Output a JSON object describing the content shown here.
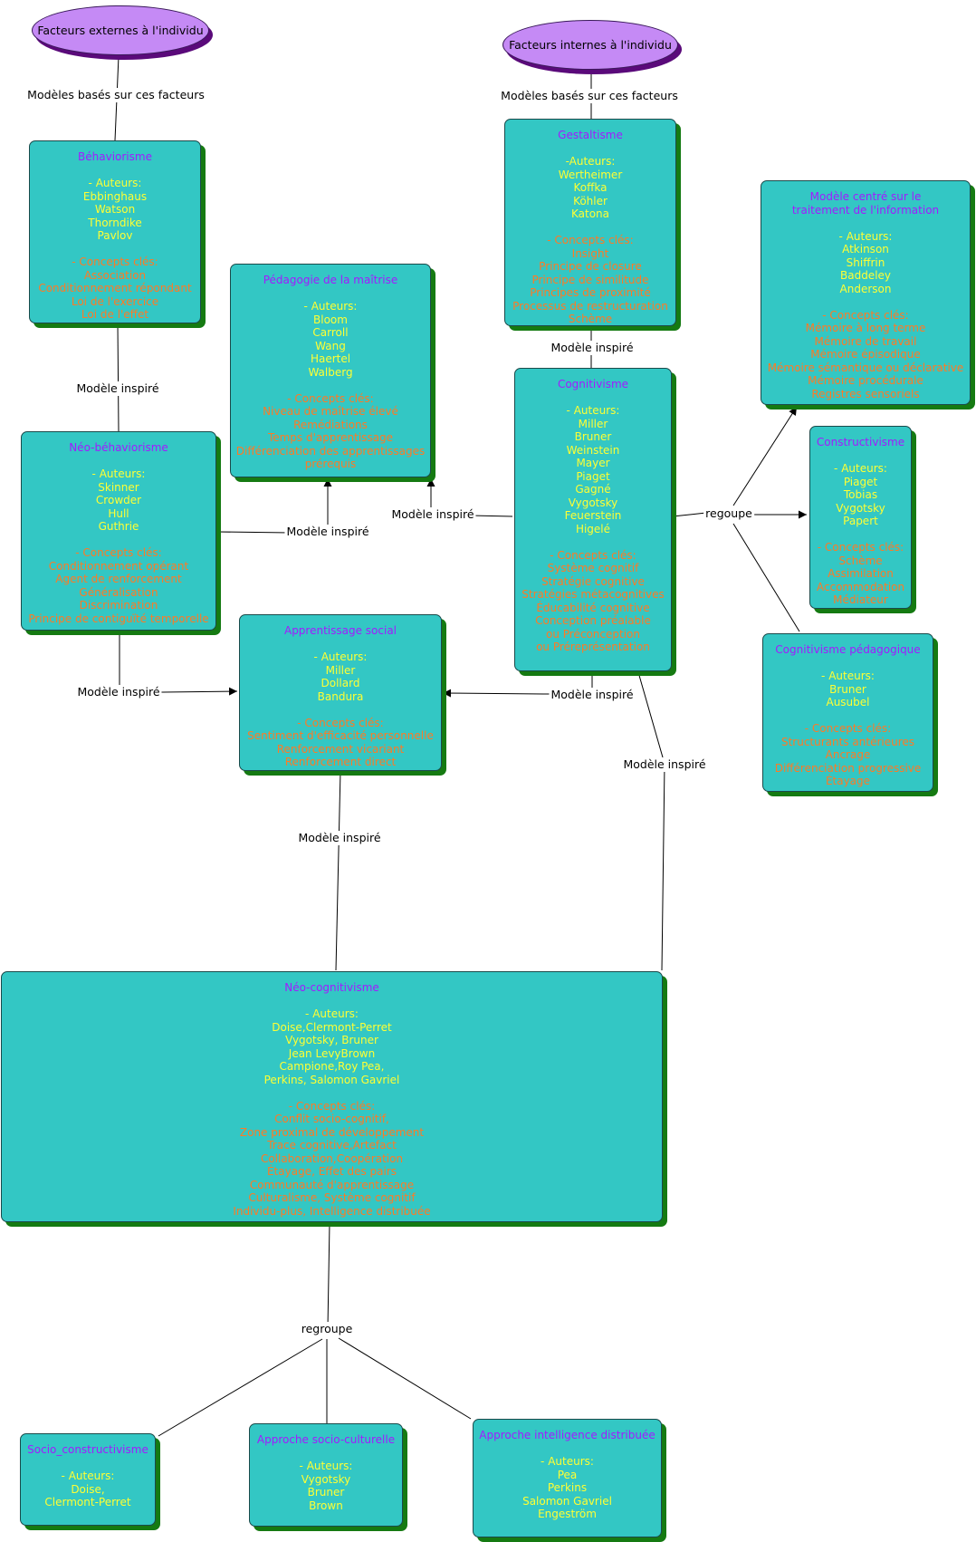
{
  "root_nodes": {
    "external": {
      "label": "Facteurs externes à l'individu"
    },
    "internal": {
      "label": "Facteurs internes à l'individu"
    }
  },
  "theories": {
    "behaviorisme": {
      "title": "Béhaviorisme",
      "authors": [
        "- Auteurs:",
        "Ebbinghaus",
        "Watson",
        "Thorndike",
        "Pavlov"
      ],
      "concepts": [
        "- Concepts clés:",
        "Association",
        "Conditionnement répondant",
        "Loi de l'exercice",
        "Loi de l'effet"
      ]
    },
    "neo_behaviorisme": {
      "title": "Néo-béhaviorisme",
      "authors": [
        "- Auteurs:",
        "Skinner",
        "Crowder",
        "Hull",
        "Guthrie"
      ],
      "concepts": [
        "- Concepts clés:",
        "Conditionnement opérant",
        "Agent de renforcement",
        "Généralisation",
        "Discrimination",
        "Principe de contiguïté temporelle"
      ]
    },
    "pedagogie_maitrise": {
      "title": "Pédagogie de la maîtrise",
      "authors": [
        "- Auteurs:",
        "Bloom",
        "Carroll",
        "Wang",
        "Haertel",
        "Walberg"
      ],
      "concepts": [
        "- Concepts clés:",
        "Niveau de maîtrise  élevé",
        "Remédiations",
        "Temps d'apprentissage",
        "Différenciation des apprentissages",
        "prérequis"
      ]
    },
    "gestaltisme": {
      "title": "Gestaltisme",
      "authors": [
        "-Auteurs:",
        "Wertheimer",
        "Koffka",
        "Köhler",
        "Katona"
      ],
      "concepts": [
        "- Concepts clés:",
        "Insight",
        "Principe de closure",
        "Principe de similitude",
        "Principes de proximité",
        "Processus de restructuration",
        "Schème"
      ]
    },
    "traitement_information": {
      "title": "Modèle centré sur le\ntraitement de l'information",
      "authors": [
        "- Auteurs:",
        "Atkinson",
        "Shiffrin",
        "Baddeley",
        "Anderson"
      ],
      "concepts": [
        "- Concepts clés:",
        "Mémoire à long terme",
        "Mémoire de travail",
        "Mémoire épisodique",
        "Mémoire sémantique ou déclarative",
        "Mémoire procédurale",
        "Registres sensoriels"
      ]
    },
    "cognitivisme": {
      "title": "Cognitivisme",
      "authors": [
        "- Auteurs:",
        "Miller",
        "Bruner",
        "Weinstein",
        "Mayer",
        "Piaget",
        "Gagné",
        "Vygotsky",
        "Feuerstein",
        "Higelé"
      ],
      "concepts": [
        "- Concepts clés:",
        "Système cognitif",
        "Stratégie cognitive",
        "Stratégies métacognitives",
        "Éducabilité cognitive",
        "Conception préalable",
        "ou Préconception",
        "ou Préreprésentation"
      ]
    },
    "constructivisme": {
      "title": "Constructivisme",
      "authors": [
        "- Auteurs:",
        "Piaget",
        "Tobias",
        "Vygotsky",
        "Papert"
      ],
      "concepts": [
        "- Concepts clés:",
        "Schème",
        "Assimilation",
        "Accommodation",
        "Médiateur"
      ]
    },
    "apprentissage_social": {
      "title": "Apprentissage social",
      "authors": [
        "- Auteurs:",
        "Miller",
        "Dollard",
        "Bandura"
      ],
      "concepts": [
        "- Concepts clés:",
        "Sentiment d'efficacité personnelle",
        "Renforcement vicariant",
        "Renforcement direct"
      ]
    },
    "cognitivisme_pedagogique": {
      "title": "Cognitivisme pédagogique",
      "authors": [
        "- Auteurs:",
        "Bruner",
        "Ausubel"
      ],
      "concepts": [
        "- Concepts clés:",
        "Structurants antérieures",
        "Ancrage",
        "Différenciation progressive",
        "Étayage"
      ]
    },
    "neo_cognitivisme": {
      "title": "Néo-cognitivisme",
      "authors": [
        "- Auteurs:",
        "Doise,Clermont-Perret",
        "Vygotsky, Bruner",
        "Jean LevyBrown",
        "Campione,Roy Pea,",
        "Perkins, Salomon Gavriel"
      ],
      "concepts": [
        "- Concepts clés:",
        "Conflit socio-cognitif,",
        "Zone proximal de développement",
        "Trace cognitive,Artefact",
        "Collaboration,Coopération",
        "Étayage, Effet des pairs",
        "Communauté d'apprentissage",
        "Culturalisme, Système cognitif",
        "Individu-plus, Intelligence distribuée"
      ]
    },
    "socio_constructivisme": {
      "title": "Socio_constructivisme",
      "authors": [
        "- Auteurs:",
        "Doise,",
        "Clermont-Perret"
      ],
      "concepts": []
    },
    "socio_culturelle": {
      "title": "Approche socio-culturelle",
      "authors": [
        "- Auteurs:",
        "Vygotsky",
        "Bruner",
        "Brown"
      ],
      "concepts": []
    },
    "intelligence_distribuee": {
      "title": "Approche intelligence distribuée",
      "authors": [
        "- Auteurs:",
        "Pea",
        "Perkins",
        "Salomon Gavriel",
        "Engeström"
      ],
      "concepts": []
    }
  },
  "edge_labels": {
    "models_external": "Modèles basés sur ces facteurs",
    "models_internal": "Modèles basés sur ces facteurs",
    "inspired_behav_neo": "Modèle inspiré",
    "inspired_to_pedagogie_left": "Modèle inspiré",
    "inspired_to_pedagogie_right": "Modèle inspiré",
    "inspired_gestalt_cogn": "Modèle inspiré",
    "inspired_neo_social": "Modèle inspiré",
    "inspired_cogn_social": "Modèle inspiré",
    "inspired_cogn_neocogn": "Modèle inspiré",
    "inspired_social_neocogn": "Modèle inspiré",
    "regroupe_cogn": "regoupe",
    "regroupe_neocogn": "regroupe"
  },
  "colors": {
    "node_fill": "#33c7c4",
    "node_shadow": "#157a12",
    "title": "#a31aff",
    "authors": "#ffff33",
    "concepts": "#ff7a24",
    "ellipse_fill": "#c58af5"
  }
}
